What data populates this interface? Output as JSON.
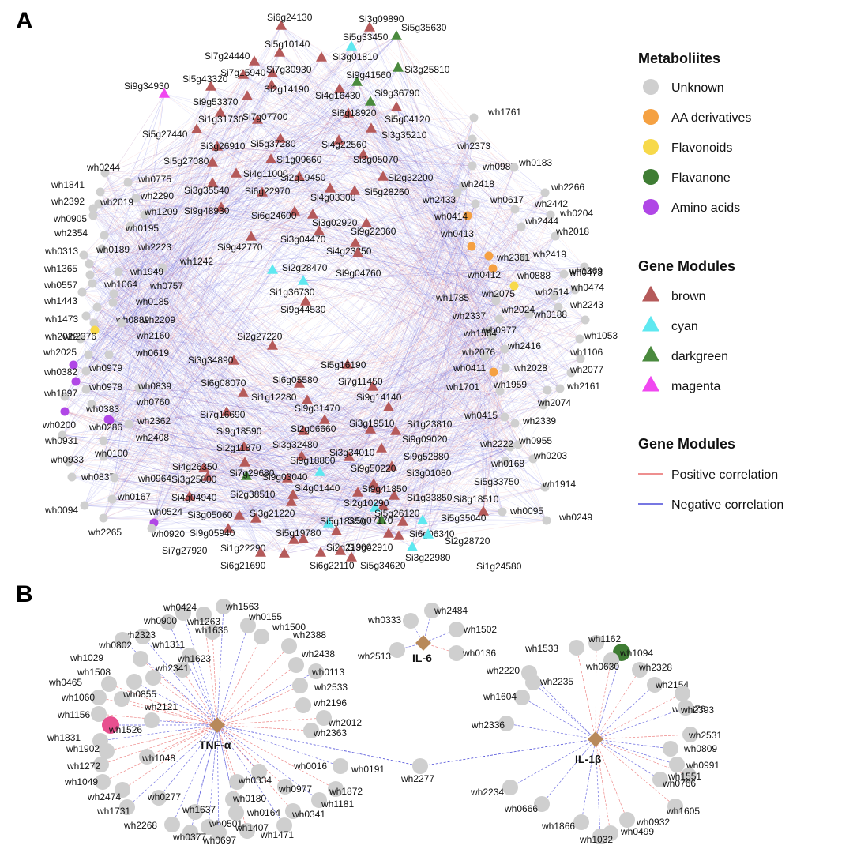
{
  "panels": {
    "a": "A",
    "b": "B"
  },
  "colors": {
    "unknown": "#cfcfcf",
    "aa": "#f5a142",
    "flavonoids": "#f7d94a",
    "flavanone": "#3f7d34",
    "amino": "#b047e6",
    "brown": "#b55a5a",
    "cyan": "#5ee8f0",
    "darkgreen": "#4a8a3e",
    "magenta": "#f048f0",
    "positive": "#e86a6a",
    "negative": "#4a4ad8",
    "hub": "#b8895a",
    "pink": "#e8508f"
  },
  "legend": {
    "metabolites_title": "Metaboliites",
    "metabolites": [
      {
        "label": "Unknown",
        "color": "#cfcfcf"
      },
      {
        "label": "AA derivatives",
        "color": "#f5a142"
      },
      {
        "label": "Flavonoids",
        "color": "#f7d94a"
      },
      {
        "label": "Flavanone",
        "color": "#3f7d34"
      },
      {
        "label": "Amino acids",
        "color": "#b047e6"
      }
    ],
    "modules_title": "Gene Modules",
    "modules": [
      {
        "label": "brown",
        "color": "#b55a5a"
      },
      {
        "label": "cyan",
        "color": "#5ee8f0"
      },
      {
        "label": "darkgreen",
        "color": "#4a8a3e"
      },
      {
        "label": "magenta",
        "color": "#f048f0"
      }
    ],
    "edges_title": "Gene Modules",
    "edges": [
      {
        "label": "Positive correlation",
        "color": "#e86a6a"
      },
      {
        "label": "Negative correlation",
        "color": "#4a4ad8"
      }
    ]
  },
  "network_a": {
    "genes": [
      [
        "Si6g24130",
        "brown"
      ],
      [
        "Si3g09890",
        "brown"
      ],
      [
        "Si5g35630",
        "darkgreen"
      ],
      [
        "Si5g33450",
        "cyan"
      ],
      [
        "Si5g10140",
        "brown"
      ],
      [
        "Si7g24440",
        "brown"
      ],
      [
        "Si3g01810",
        "brown"
      ],
      [
        "Si3g25810",
        "darkgreen"
      ],
      [
        "Si7g15940",
        "brown"
      ],
      [
        "Si7g30930",
        "brown"
      ],
      [
        "Si9g41560",
        "darkgreen"
      ],
      [
        "Si5g43320",
        "brown"
      ],
      [
        "Si2g14190",
        "brown"
      ],
      [
        "Si9g34930",
        "magenta"
      ],
      [
        "Si4g16430",
        "brown"
      ],
      [
        "Si9g36790",
        "darkgreen"
      ],
      [
        "Si9g53370",
        "brown"
      ],
      [
        "Si6g18920",
        "brown"
      ],
      [
        "Si1g31730",
        "brown"
      ],
      [
        "Si7g07700",
        "brown"
      ],
      [
        "Si5g04120",
        "brown"
      ],
      [
        "Si5g27440",
        "brown"
      ],
      [
        "Si3g35210",
        "brown"
      ],
      [
        "Si3g26910",
        "brown"
      ],
      [
        "Si5g37280",
        "brown"
      ],
      [
        "Si4g22560",
        "brown"
      ],
      [
        "Si5g27080",
        "brown"
      ],
      [
        "Si1g09660",
        "brown"
      ],
      [
        "Si3g05070",
        "brown"
      ],
      [
        "Si4g11000",
        "brown"
      ],
      [
        "Si2g19450",
        "brown"
      ],
      [
        "Si2g32200",
        "brown"
      ],
      [
        "Si3g35540",
        "brown"
      ],
      [
        "Si6g22970",
        "brown"
      ],
      [
        "Si4g03300",
        "brown"
      ],
      [
        "Si5g28260",
        "brown"
      ],
      [
        "Si9g48930",
        "brown"
      ],
      [
        "Si6g24600",
        "brown"
      ],
      [
        "Si3g02920",
        "brown"
      ],
      [
        "Si9g22060",
        "brown"
      ],
      [
        "Si9g42770",
        "brown"
      ],
      [
        "Si3g04470",
        "brown"
      ],
      [
        "Si4g23250",
        "brown"
      ],
      [
        "Si2g28470",
        "cyan"
      ],
      [
        "Si9g04760",
        "brown"
      ],
      [
        "Si1g36730",
        "cyan"
      ],
      [
        "Si9g44530",
        "brown"
      ],
      [
        "Si2g27220",
        "brown"
      ],
      [
        "Si3g34890",
        "brown"
      ],
      [
        "Si5g16190",
        "brown"
      ],
      [
        "Si6g05580",
        "brown"
      ],
      [
        "Si7g11450",
        "brown"
      ],
      [
        "Si6g08070",
        "brown"
      ],
      [
        "Si1g12280",
        "brown"
      ],
      [
        "Si9g14140",
        "brown"
      ],
      [
        "Si9g31470",
        "brown"
      ],
      [
        "Si7g16690",
        "brown"
      ],
      [
        "Si3g19510",
        "brown"
      ],
      [
        "Si1g23810",
        "brown"
      ],
      [
        "Si2g06660",
        "brown"
      ],
      [
        "Si9g18590",
        "brown"
      ],
      [
        "Si9g09020",
        "brown"
      ],
      [
        "Si3g32480",
        "brown"
      ],
      [
        "Si3g34010",
        "brown"
      ],
      [
        "Si2g11870",
        "brown"
      ],
      [
        "Si9g52880",
        "brown"
      ],
      [
        "Si9g18800",
        "cyan"
      ],
      [
        "Si4g26350",
        "brown"
      ],
      [
        "Si9g50220",
        "brown"
      ],
      [
        "Si3g01080",
        "brown"
      ],
      [
        "Si3g25800",
        "brown"
      ],
      [
        "Si7g29680",
        "darkgreen"
      ],
      [
        "Si9g03040",
        "brown"
      ],
      [
        "Si5g33750",
        "brown"
      ],
      [
        "Si9g41850",
        "brown"
      ],
      [
        "Si4g04940",
        "brown"
      ],
      [
        "Si2g38510",
        "brown"
      ],
      [
        "Si4g01440",
        "brown"
      ],
      [
        "Si1g33850",
        "brown"
      ],
      [
        "Si8g18510",
        "brown"
      ],
      [
        "Si2g10290",
        "cyan"
      ],
      [
        "Si3g05060",
        "brown"
      ],
      [
        "Si3g21220",
        "brown"
      ],
      [
        "Si5g26120",
        "brown"
      ],
      [
        "Si5g35040",
        "cyan"
      ],
      [
        "Si9g05940",
        "brown"
      ],
      [
        "Si5g19780",
        "brown"
      ],
      [
        "Si5g18350",
        "cyan"
      ],
      [
        "Si5g07170",
        "darkgreen"
      ],
      [
        "Si6g06340",
        "brown"
      ],
      [
        "Si2g28720",
        "cyan"
      ],
      [
        "Si7g27920",
        "brown"
      ],
      [
        "Si1g22290",
        "brown"
      ],
      [
        "Si2g21300",
        "brown"
      ],
      [
        "Si9g42910",
        "brown"
      ],
      [
        "Si3g22980",
        "cyan"
      ],
      [
        "Si1g24580",
        "brown"
      ],
      [
        "Si6g21690",
        "brown"
      ],
      [
        "Si6g22110",
        "brown"
      ],
      [
        "Si5g34620",
        "brown"
      ]
    ],
    "metabolites": [
      [
        "wh1761",
        "unknown"
      ],
      [
        "wh2373",
        "unknown"
      ],
      [
        "wh0987",
        "unknown"
      ],
      [
        "wh0183",
        "unknown"
      ],
      [
        "wh2418",
        "unknown"
      ],
      [
        "wh2433",
        "unknown"
      ],
      [
        "wh2266",
        "unknown"
      ],
      [
        "wh0617",
        "unknown"
      ],
      [
        "wh2442",
        "unknown"
      ],
      [
        "wh0414",
        "aa"
      ],
      [
        "wh0204",
        "unknown"
      ],
      [
        "wh2444",
        "unknown"
      ],
      [
        "wh0413",
        "aa"
      ],
      [
        "wh2018",
        "unknown"
      ],
      [
        "wh2419",
        "unknown"
      ],
      [
        "wh1369",
        "unknown"
      ],
      [
        "wh2361",
        "aa"
      ],
      [
        "wh0412",
        "aa"
      ],
      [
        "wh0888",
        "flavonoids"
      ],
      [
        "wh0473",
        "unknown"
      ],
      [
        "wh1785",
        "unknown"
      ],
      [
        "wh2075",
        "unknown"
      ],
      [
        "wh2514",
        "unknown"
      ],
      [
        "wh0474",
        "unknown"
      ],
      [
        "wh2243",
        "unknown"
      ],
      [
        "wh2337",
        "unknown"
      ],
      [
        "wh2024",
        "unknown"
      ],
      [
        "wh0188",
        "unknown"
      ],
      [
        "wh0977",
        "unknown"
      ],
      [
        "wh1564",
        "unknown"
      ],
      [
        "wh1053",
        "unknown"
      ],
      [
        "wh2416",
        "unknown"
      ],
      [
        "wh1106",
        "unknown"
      ],
      [
        "wh2076",
        "unknown"
      ],
      [
        "wh0411",
        "aa"
      ],
      [
        "wh2028",
        "unknown"
      ],
      [
        "wh2077",
        "unknown"
      ],
      [
        "wh1701",
        "unknown"
      ],
      [
        "wh1959",
        "unknown"
      ],
      [
        "wh2161",
        "unknown"
      ],
      [
        "wh2074",
        "unknown"
      ],
      [
        "wh0415",
        "unknown"
      ],
      [
        "wh2339",
        "unknown"
      ],
      [
        "wh0955",
        "unknown"
      ],
      [
        "wh2222",
        "unknown"
      ],
      [
        "wh0203",
        "unknown"
      ],
      [
        "wh0168",
        "unknown"
      ],
      [
        "wh1914",
        "unknown"
      ],
      [
        "wh0095",
        "unknown"
      ],
      [
        "wh0249",
        "unknown"
      ],
      [
        "wh0244",
        "unknown"
      ],
      [
        "wh0775",
        "unknown"
      ],
      [
        "wh1841",
        "unknown"
      ],
      [
        "wh2290",
        "unknown"
      ],
      [
        "wh2392",
        "unknown"
      ],
      [
        "wh2019",
        "unknown"
      ],
      [
        "wh1209",
        "unknown"
      ],
      [
        "wh0905",
        "unknown"
      ],
      [
        "wh0195",
        "unknown"
      ],
      [
        "wh2354",
        "unknown"
      ],
      [
        "wh2223",
        "unknown"
      ],
      [
        "wh0313",
        "unknown"
      ],
      [
        "wh0189",
        "unknown"
      ],
      [
        "wh1242",
        "unknown"
      ],
      [
        "wh1365",
        "unknown"
      ],
      [
        "wh1949",
        "unknown"
      ],
      [
        "wh0557",
        "unknown"
      ],
      [
        "wh1064",
        "unknown"
      ],
      [
        "wh0757",
        "unknown"
      ],
      [
        "wh1443",
        "unknown"
      ],
      [
        "wh0185",
        "unknown"
      ],
      [
        "wh1473",
        "unknown"
      ],
      [
        "wh0889",
        "unknown"
      ],
      [
        "wh2209",
        "unknown"
      ],
      [
        "wh2022",
        "unknown"
      ],
      [
        "wh2376",
        "flavonoids"
      ],
      [
        "wh2160",
        "unknown"
      ],
      [
        "wh0619",
        "unknown"
      ],
      [
        "wh2025",
        "amino"
      ],
      [
        "wh0382",
        "amino"
      ],
      [
        "wh0979",
        "unknown"
      ],
      [
        "wh0978",
        "unknown"
      ],
      [
        "wh0839",
        "unknown"
      ],
      [
        "wh1897",
        "unknown"
      ],
      [
        "wh0760",
        "unknown"
      ],
      [
        "wh0383",
        "amino"
      ],
      [
        "wh0200",
        "amino"
      ],
      [
        "wh0286",
        "amino"
      ],
      [
        "wh2362",
        "unknown"
      ],
      [
        "wh0931",
        "unknown"
      ],
      [
        "wh2408",
        "unknown"
      ],
      [
        "wh0933",
        "unknown"
      ],
      [
        "wh0100",
        "unknown"
      ],
      [
        "wh0837",
        "unknown"
      ],
      [
        "wh0964",
        "unknown"
      ],
      [
        "wh0167",
        "unknown"
      ],
      [
        "wh0094",
        "unknown"
      ],
      [
        "wh0524",
        "amino"
      ],
      [
        "wh2265",
        "unknown"
      ],
      [
        "wh0920",
        "unknown"
      ]
    ]
  },
  "network_b": {
    "hubs": {
      "tnf": "TNF-α",
      "il6": "IL-6",
      "il1b": "IL-1β"
    },
    "bridge": "wh2277",
    "tnf_nodes": [
      [
        "wh1263",
        "unknown"
      ],
      [
        "wh1563",
        "unknown"
      ],
      [
        "wh0424",
        "unknown"
      ],
      [
        "wh0155",
        "unknown"
      ],
      [
        "wh0900",
        "unknown"
      ],
      [
        "wh1636",
        "unknown"
      ],
      [
        "wh1500",
        "unknown"
      ],
      [
        "wh2323",
        "unknown"
      ],
      [
        "wh2388",
        "unknown"
      ],
      [
        "wh0802",
        "unknown"
      ],
      [
        "wh1311",
        "unknown"
      ],
      [
        "wh1029",
        "unknown"
      ],
      [
        "wh1623",
        "unknown"
      ],
      [
        "wh2438",
        "unknown"
      ],
      [
        "wh2341",
        "unknown"
      ],
      [
        "wh1508",
        "unknown"
      ],
      [
        "wh0113",
        "unknown"
      ],
      [
        "wh0465",
        "unknown"
      ],
      [
        "wh2533",
        "unknown"
      ],
      [
        "wh0855",
        "unknown"
      ],
      [
        "wh1060",
        "unknown"
      ],
      [
        "wh2196",
        "unknown"
      ],
      [
        "wh2121",
        "unknown"
      ],
      [
        "wh1156",
        "unknown"
      ],
      [
        "wh2012",
        "unknown"
      ],
      [
        "wh1526",
        "pink"
      ],
      [
        "wh2363",
        "unknown"
      ],
      [
        "wh1831",
        "unknown"
      ],
      [
        "wh1902",
        "unknown"
      ],
      [
        "wh1048",
        "unknown"
      ],
      [
        "wh1272",
        "unknown"
      ],
      [
        "wh0016",
        "unknown"
      ],
      [
        "wh0191",
        "unknown"
      ],
      [
        "wh1049",
        "unknown"
      ],
      [
        "wh0334",
        "unknown"
      ],
      [
        "wh0977",
        "unknown"
      ],
      [
        "wh1872",
        "unknown"
      ],
      [
        "wh2474",
        "unknown"
      ],
      [
        "wh0277",
        "unknown"
      ],
      [
        "wh0180",
        "unknown"
      ],
      [
        "wh1181",
        "unknown"
      ],
      [
        "wh1731",
        "unknown"
      ],
      [
        "wh1637",
        "unknown"
      ],
      [
        "wh0164",
        "unknown"
      ],
      [
        "wh0341",
        "unknown"
      ],
      [
        "wh2268",
        "unknown"
      ],
      [
        "wh0501",
        "unknown"
      ],
      [
        "wh1471",
        "unknown"
      ],
      [
        "wh0377",
        "unknown"
      ],
      [
        "wh0697",
        "unknown"
      ],
      [
        "wh1407",
        "unknown"
      ]
    ],
    "il6_nodes": [
      [
        "wh0333",
        "unknown"
      ],
      [
        "wh2484",
        "unknown"
      ],
      [
        "wh1502",
        "unknown"
      ],
      [
        "wh2513",
        "unknown"
      ],
      [
        "wh0136",
        "unknown"
      ]
    ],
    "il1b_nodes": [
      [
        "wh1162",
        "unknown"
      ],
      [
        "wh1533",
        "unknown"
      ],
      [
        "wh1094",
        "flavanone"
      ],
      [
        "wh0630",
        "unknown"
      ],
      [
        "wh2328",
        "unknown"
      ],
      [
        "wh2220",
        "unknown"
      ],
      [
        "wh2235",
        "unknown"
      ],
      [
        "wh2154",
        "unknown"
      ],
      [
        "wh1604",
        "unknown"
      ],
      [
        "wh0676",
        "unknown"
      ],
      [
        "wh2393",
        "unknown"
      ],
      [
        "wh2336",
        "unknown"
      ],
      [
        "wh2531",
        "unknown"
      ],
      [
        "wh0809",
        "unknown"
      ],
      [
        "wh0991",
        "unknown"
      ],
      [
        "wh1551",
        "unknown"
      ],
      [
        "wh2234",
        "unknown"
      ],
      [
        "wh0766",
        "unknown"
      ],
      [
        "wh0666",
        "unknown"
      ],
      [
        "wh1605",
        "unknown"
      ],
      [
        "wh0932",
        "unknown"
      ],
      [
        "wh1866",
        "unknown"
      ],
      [
        "wh0499",
        "unknown"
      ],
      [
        "wh1032",
        "unknown"
      ]
    ]
  }
}
